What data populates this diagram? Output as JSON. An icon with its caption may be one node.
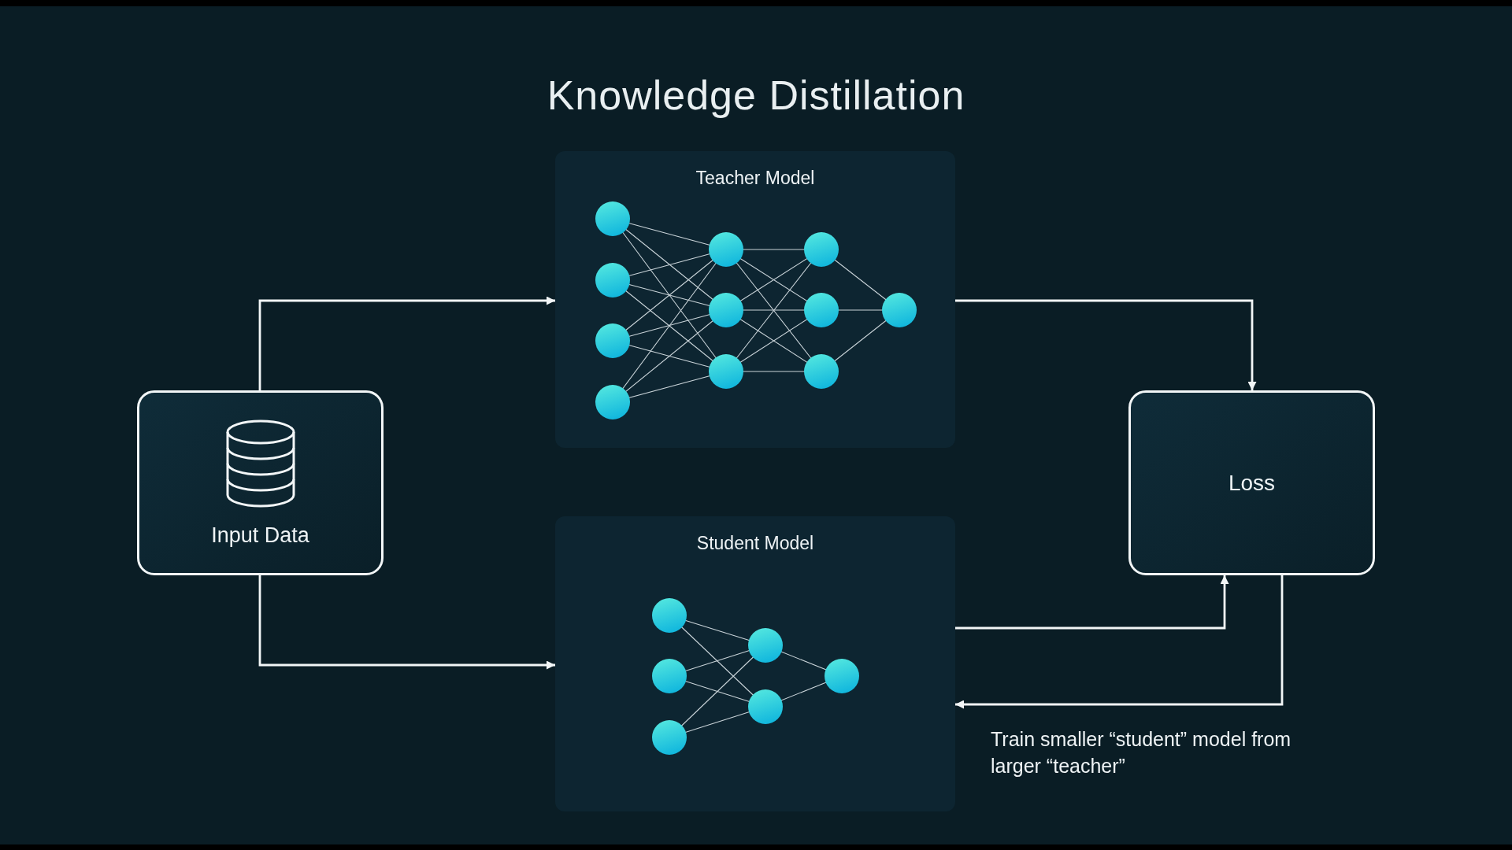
{
  "diagram": {
    "title": "Knowledge Distillation",
    "nodes": [
      {
        "text": [
          "Input Data"
        ]
      },
      {
        "text": [
          "Teacher Model"
        ]
      },
      {
        "text": [
          "Student Model"
        ]
      },
      {
        "text": [
          "Loss"
        ]
      }
    ],
    "edges": [
      {
        "from": 0,
        "to": 1,
        "arrow": "to"
      },
      {
        "from": 0,
        "to": 2,
        "arrow": "to"
      },
      {
        "from": 1,
        "to": 3,
        "arrow": "to"
      },
      {
        "from": 2,
        "to": 3,
        "arrow": "to"
      },
      {
        "from": 3,
        "to": 2,
        "arrow": "to"
      }
    ],
    "labels": [
      "Train smaller “student” model from larger “teacher”"
    ]
  }
}
